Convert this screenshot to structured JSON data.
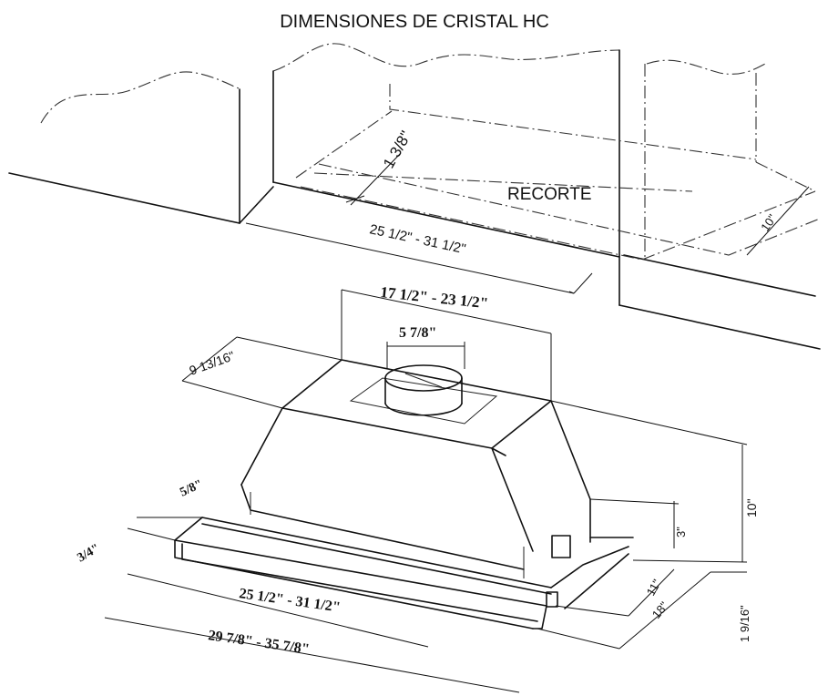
{
  "title": "DIMENSIONES DE CRISTAL HC",
  "labels": {
    "recorte": "RECORTE",
    "cutout_depth": "1 3/8\"",
    "cabinet_width": "25 1/2\" - 31 1/2\"",
    "cutout_height": "10\"",
    "top_width": "17 1/2\" - 23 1/2\"",
    "duct": "5 7/8\"",
    "top_depth": "9 13/16\"",
    "overall_height": "10\"",
    "side_3": "3\"",
    "front_lip": "5/8\"",
    "panel": "3/4\"",
    "body_width": "25 1/2\" - 31 1/2\"",
    "overall_width": "29  7/8\"  -  35  7/8\"",
    "depth_11": "11\"",
    "depth_18": "18\"",
    "bottom_1_9_16": "1  9/16\""
  }
}
